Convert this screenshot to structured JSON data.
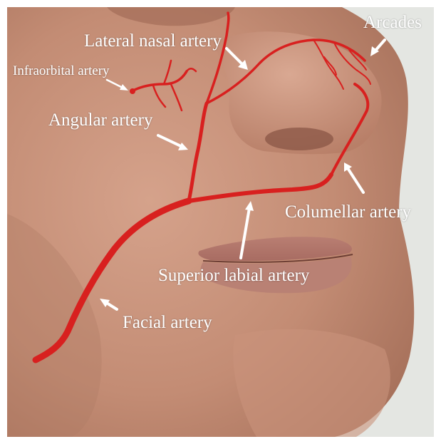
{
  "labels": {
    "lateral_nasal": "Lateral nasal artery",
    "arcades": "Arcades",
    "infraorbital": "Infraorbital artery",
    "angular": "Angular artery",
    "columellar": "Columellar artery",
    "superior_labial": "Superior labial artery",
    "facial": "Facial artery"
  },
  "colors": {
    "artery": "#d8201f",
    "arrow": "#ffffff",
    "skin": "#c8927a",
    "background": "#e4e6e2"
  }
}
